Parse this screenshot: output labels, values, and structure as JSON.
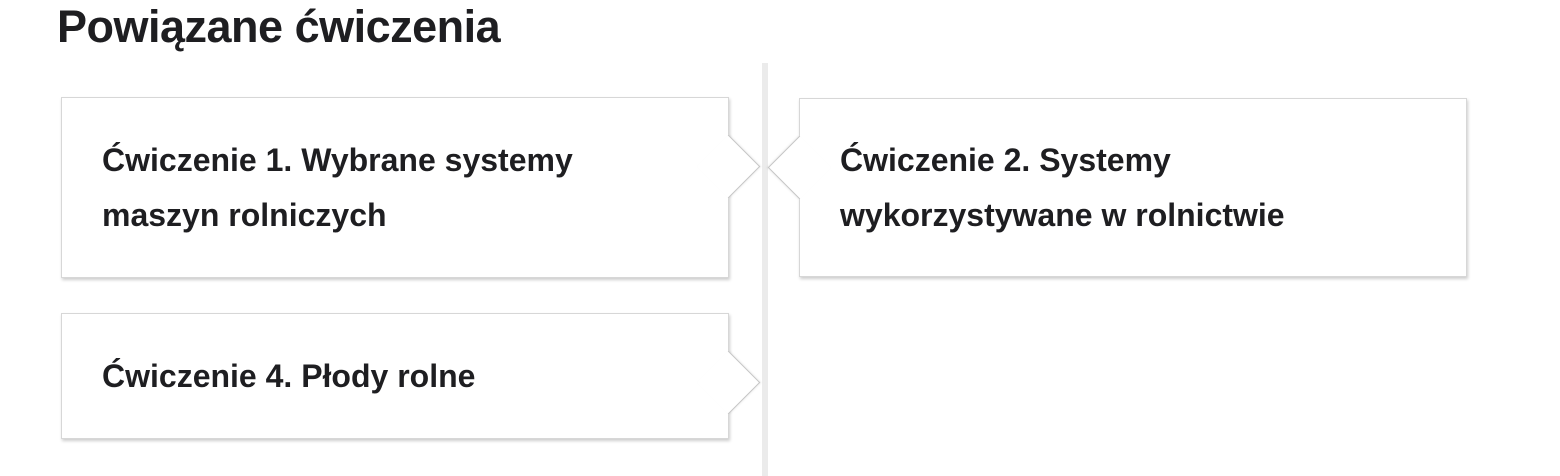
{
  "section": {
    "title": "Powiązane ćwiczenia"
  },
  "cards": [
    {
      "name": "cwiczenie-1",
      "column": "left",
      "row": 1,
      "lines": [
        "Ćwiczenie 1. Wybrane systemy",
        "maszyn rolniczych"
      ],
      "full_title": "Ćwiczenie 1. Wybrane systemy maszyn rolniczych",
      "pointer_direction": "right"
    },
    {
      "name": "cwiczenie-2",
      "column": "right",
      "row": 1,
      "lines": [
        "Ćwiczenie 2. Systemy",
        "wykorzystywane w rolnictwie"
      ],
      "full_title": "Ćwiczenie 2. Systemy wykorzystywane w rolnictwie",
      "pointer_direction": "left"
    },
    {
      "name": "cwiczenie-4",
      "column": "left",
      "row": 2,
      "lines": [
        "Ćwiczenie 4. Płody rolne"
      ],
      "full_title": "Ćwiczenie 4. Płody rolne",
      "pointer_direction": "right"
    }
  ],
  "colors": {
    "background": "#ffffff",
    "text": "#1e1e21",
    "card_border": "#d7d7d7",
    "arrow_border": "#c6c6c6",
    "divider": "#ebebeb"
  }
}
